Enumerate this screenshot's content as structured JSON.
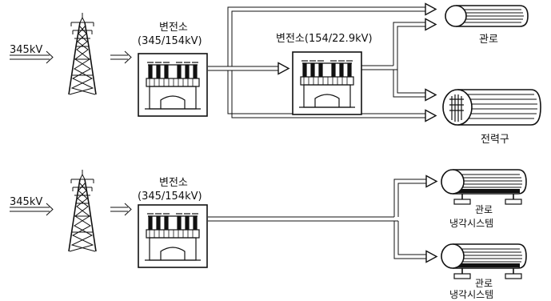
{
  "top": {
    "input_voltage": "345kV",
    "substation1_label": "변전소",
    "substation1_rating": "(345/154kV)",
    "substation2_label": "변전소(154/22.9kV)",
    "conduit_label": "관로",
    "tunnel_label": "전력구"
  },
  "bottom": {
    "input_voltage": "345kV",
    "substation_label": "변전소",
    "substation_rating": "(345/154kV)",
    "cooled_conduit1_label": "관로",
    "cooling1_label": "냉각시스템",
    "cooled_conduit2_label": "관로",
    "cooling2_label": "냉각시스템"
  },
  "icons": {
    "tower": "transmission-tower-icon",
    "substation": "substation-icon",
    "conduit": "cable-conduit-icon",
    "tunnel": "power-tunnel-icon",
    "cooled_conduit": "cooled-conduit-icon"
  }
}
